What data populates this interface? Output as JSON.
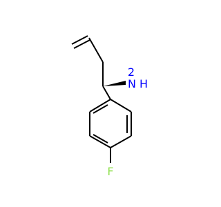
{
  "molecule": {
    "atoms": {
      "amine_n": "N",
      "amine_h": "H",
      "amine_h_count": "2",
      "fluorine": "F"
    },
    "colors": {
      "bond": "#000000",
      "nitrogen": "#0000ff",
      "fluorine": "#90e050",
      "background": "#ffffff"
    }
  }
}
